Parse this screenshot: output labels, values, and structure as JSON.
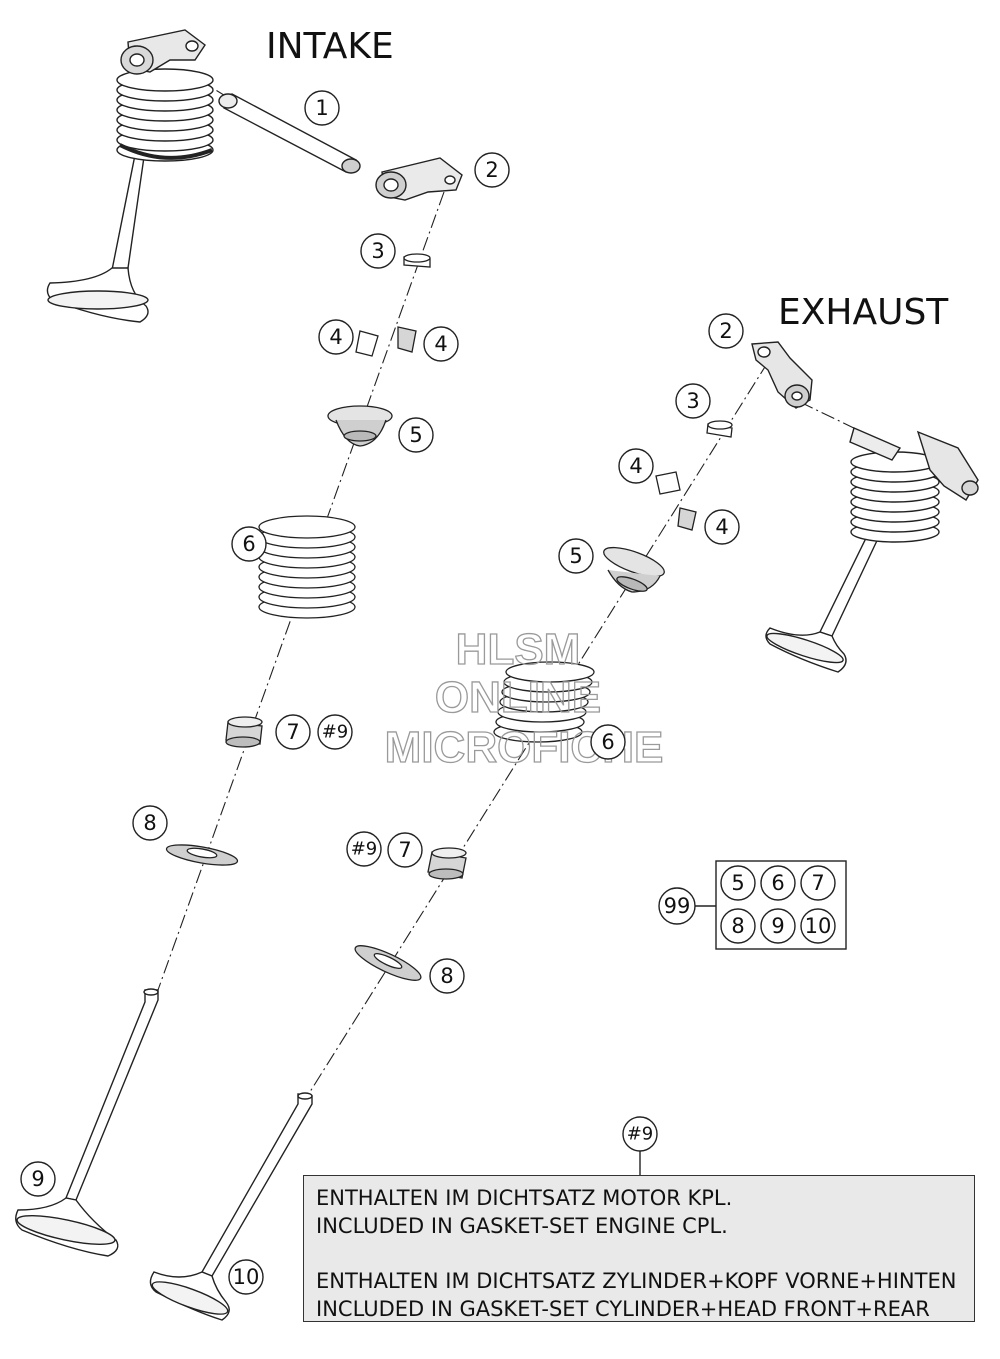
{
  "sections": {
    "intake": "INTAKE",
    "exhaust": "EXHAUST"
  },
  "watermark": {
    "line1": "HLSM",
    "line2": "ONLINE",
    "line3": "MICROFICHE"
  },
  "callouts": {
    "intake": {
      "p1": "1",
      "p2": "2",
      "p3": "3",
      "p4a": "4",
      "p4b": "4",
      "p5": "5",
      "p6": "6",
      "p7": "7",
      "p7ref": "#9",
      "p8": "8",
      "p9": "9",
      "p10": "10"
    },
    "exhaust": {
      "p2": "2",
      "p3": "3",
      "p4a": "4",
      "p4b": "4",
      "p5": "5",
      "p6": "6",
      "p7": "7",
      "p7ref": "#9",
      "p8": "8"
    },
    "kit": {
      "label": "99",
      "items": [
        "5",
        "6",
        "7",
        "8",
        "9",
        "10"
      ]
    },
    "note_ref": "#9"
  },
  "note": {
    "line1": "ENTHALTEN IM DICHTSATZ MOTOR KPL.",
    "line2": "INCLUDED IN GASKET-SET ENGINE CPL.",
    "line3": "ENTHALTEN IM DICHTSATZ ZYLINDER+KOPF VORNE+HINTEN",
    "line4": "INCLUDED IN GASKET-SET CYLINDER+HEAD FRONT+REAR"
  }
}
